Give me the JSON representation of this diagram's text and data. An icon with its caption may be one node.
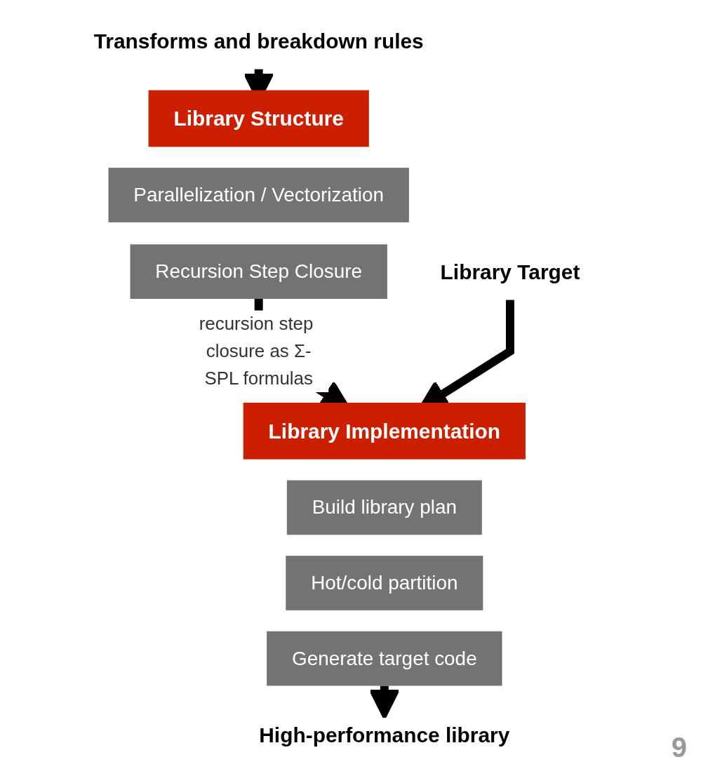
{
  "diagram": {
    "nodes": [
      {
        "text": [
          "Transforms and breakdown rules"
        ]
      },
      {
        "text": [
          "Library Target"
        ]
      },
      {
        "text": [
          "Library Structure"
        ]
      },
      {
        "text": [
          "Parallelization / Vectorization"
        ]
      },
      {
        "text": [
          "Recursion Step Closure"
        ]
      },
      {
        "text": [
          "Library Implementation"
        ]
      },
      {
        "text": [
          "Build library plan"
        ]
      },
      {
        "text": [
          "Hot/cold partition"
        ]
      },
      {
        "text": [
          "Generate target code"
        ]
      },
      {
        "text": [
          "High-performance library"
        ]
      }
    ],
    "edges": [
      {
        "from": 0,
        "to": 2,
        "arrow": "to"
      },
      {
        "from": 4,
        "to": 5,
        "arrow": "to",
        "label": "recursion step closure as Σ-SPL formulas"
      },
      {
        "from": 1,
        "to": 5,
        "arrow": "to"
      },
      {
        "from": 8,
        "to": 9,
        "arrow": "to"
      }
    ],
    "labels": [
      "9"
    ]
  }
}
